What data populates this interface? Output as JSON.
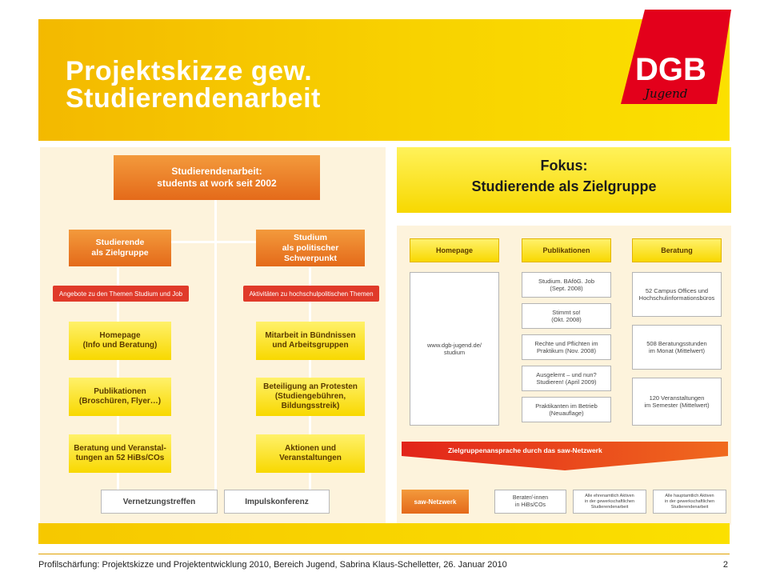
{
  "header": {
    "title_line1": "Projektskizze gew.",
    "title_line2": "Studierendenarbeit",
    "logo_text": "DGB",
    "logo_script": "Jugend"
  },
  "left_diagram": {
    "top_box_line1": "Studierendenarbeit:",
    "top_box_line2": "students at work seit 2002",
    "branch_left_line1": "Studierende",
    "branch_left_line2": "als Zielgruppe",
    "branch_right_line1": "Studium",
    "branch_right_line2": "als politischer Schwerpunkt",
    "bar_left": "Angebote zu den Themen Studium und Job",
    "bar_right": "Aktivitäten zu hochschulpolitischen Themen",
    "left_items": [
      {
        "line1": "Homepage",
        "line2": "(Info und Beratung)",
        "line3": ""
      },
      {
        "line1": "Publikationen",
        "line2": "(Broschüren, Flyer…)",
        "line3": ""
      },
      {
        "line1": "Beratung und Veranstal-",
        "line2": "tungen an 52 HiBs/COs",
        "line3": ""
      }
    ],
    "right_items": [
      {
        "line1": "Mitarbeit in Bündnissen",
        "line2": "und Arbeitsgruppen",
        "line3": ""
      },
      {
        "line1": "Beteiligung an Protesten",
        "line2": "(Studiengebühren,",
        "line3": "Bildungsstreik)"
      },
      {
        "line1": "Aktionen und",
        "line2": "Veranstaltungen",
        "line3": ""
      }
    ],
    "bottom_left": "Vernetzungstreffen",
    "bottom_right": "Impulskonferenz"
  },
  "fokus": {
    "line1": "Fokus:",
    "line2": "Studierende als Zielgruppe"
  },
  "right_diagram": {
    "col_headers": [
      "Homepage",
      "Publikationen",
      "Beratung"
    ],
    "homepage_line1": "www.dgb-jugend.de/",
    "homepage_line2": "studium",
    "publications": [
      {
        "line1": "Studium. BAföG. Job",
        "line2": "(Sept. 2008)"
      },
      {
        "line1": "Stimmt so!",
        "line2": "(Okt. 2008)"
      },
      {
        "line1": "Rechte und Pflichten im",
        "line2": "Praktikum (Nov. 2008)"
      },
      {
        "line1": "Ausgelernt – und nun?",
        "line2": "Studieren! (April 2009)"
      },
      {
        "line1": "Praktikanten im Betrieb",
        "line2": "(Neuauflage)"
      }
    ],
    "beratung": [
      {
        "line1": "52 Campus Offices und",
        "line2": "Hochschulinformationsbüros"
      },
      {
        "line1": "508 Beratungsstunden",
        "line2": "im Monat (Mittelwert)"
      },
      {
        "line1": "120 Veranstaltungen",
        "line2": "im Semester (Mittelwert)"
      }
    ],
    "arrow_text": "Zielgruppenansprache durch das saw-Netzwerk",
    "saw_label": "saw-Netzwerk",
    "net_boxes": [
      {
        "line1": "Berater/-innen",
        "line2": "in HiBs/COs",
        "line3": ""
      },
      {
        "line1": "Alle ehrenamtlich Aktiven",
        "line2": "in der gewerkschaftlichen",
        "line3": "Studierendenarbeit"
      },
      {
        "line1": "Alle hauptamtlich Aktiven",
        "line2": "in der gewerkschaftlichen",
        "line3": "Studierendenarbeit"
      }
    ]
  },
  "footer": {
    "text": "Profilschärfung: Projektskizze und Projektentwicklung 2010, Bereich Jugend, Sabrina Klaus-Schelletter, 26. Januar 2010",
    "page_number": "2"
  },
  "colors": {
    "header_yellow": "#f8d200",
    "logo_red": "#e3001b",
    "diagram_orange": "#e46a1a",
    "bar_red": "#e03a2a"
  }
}
